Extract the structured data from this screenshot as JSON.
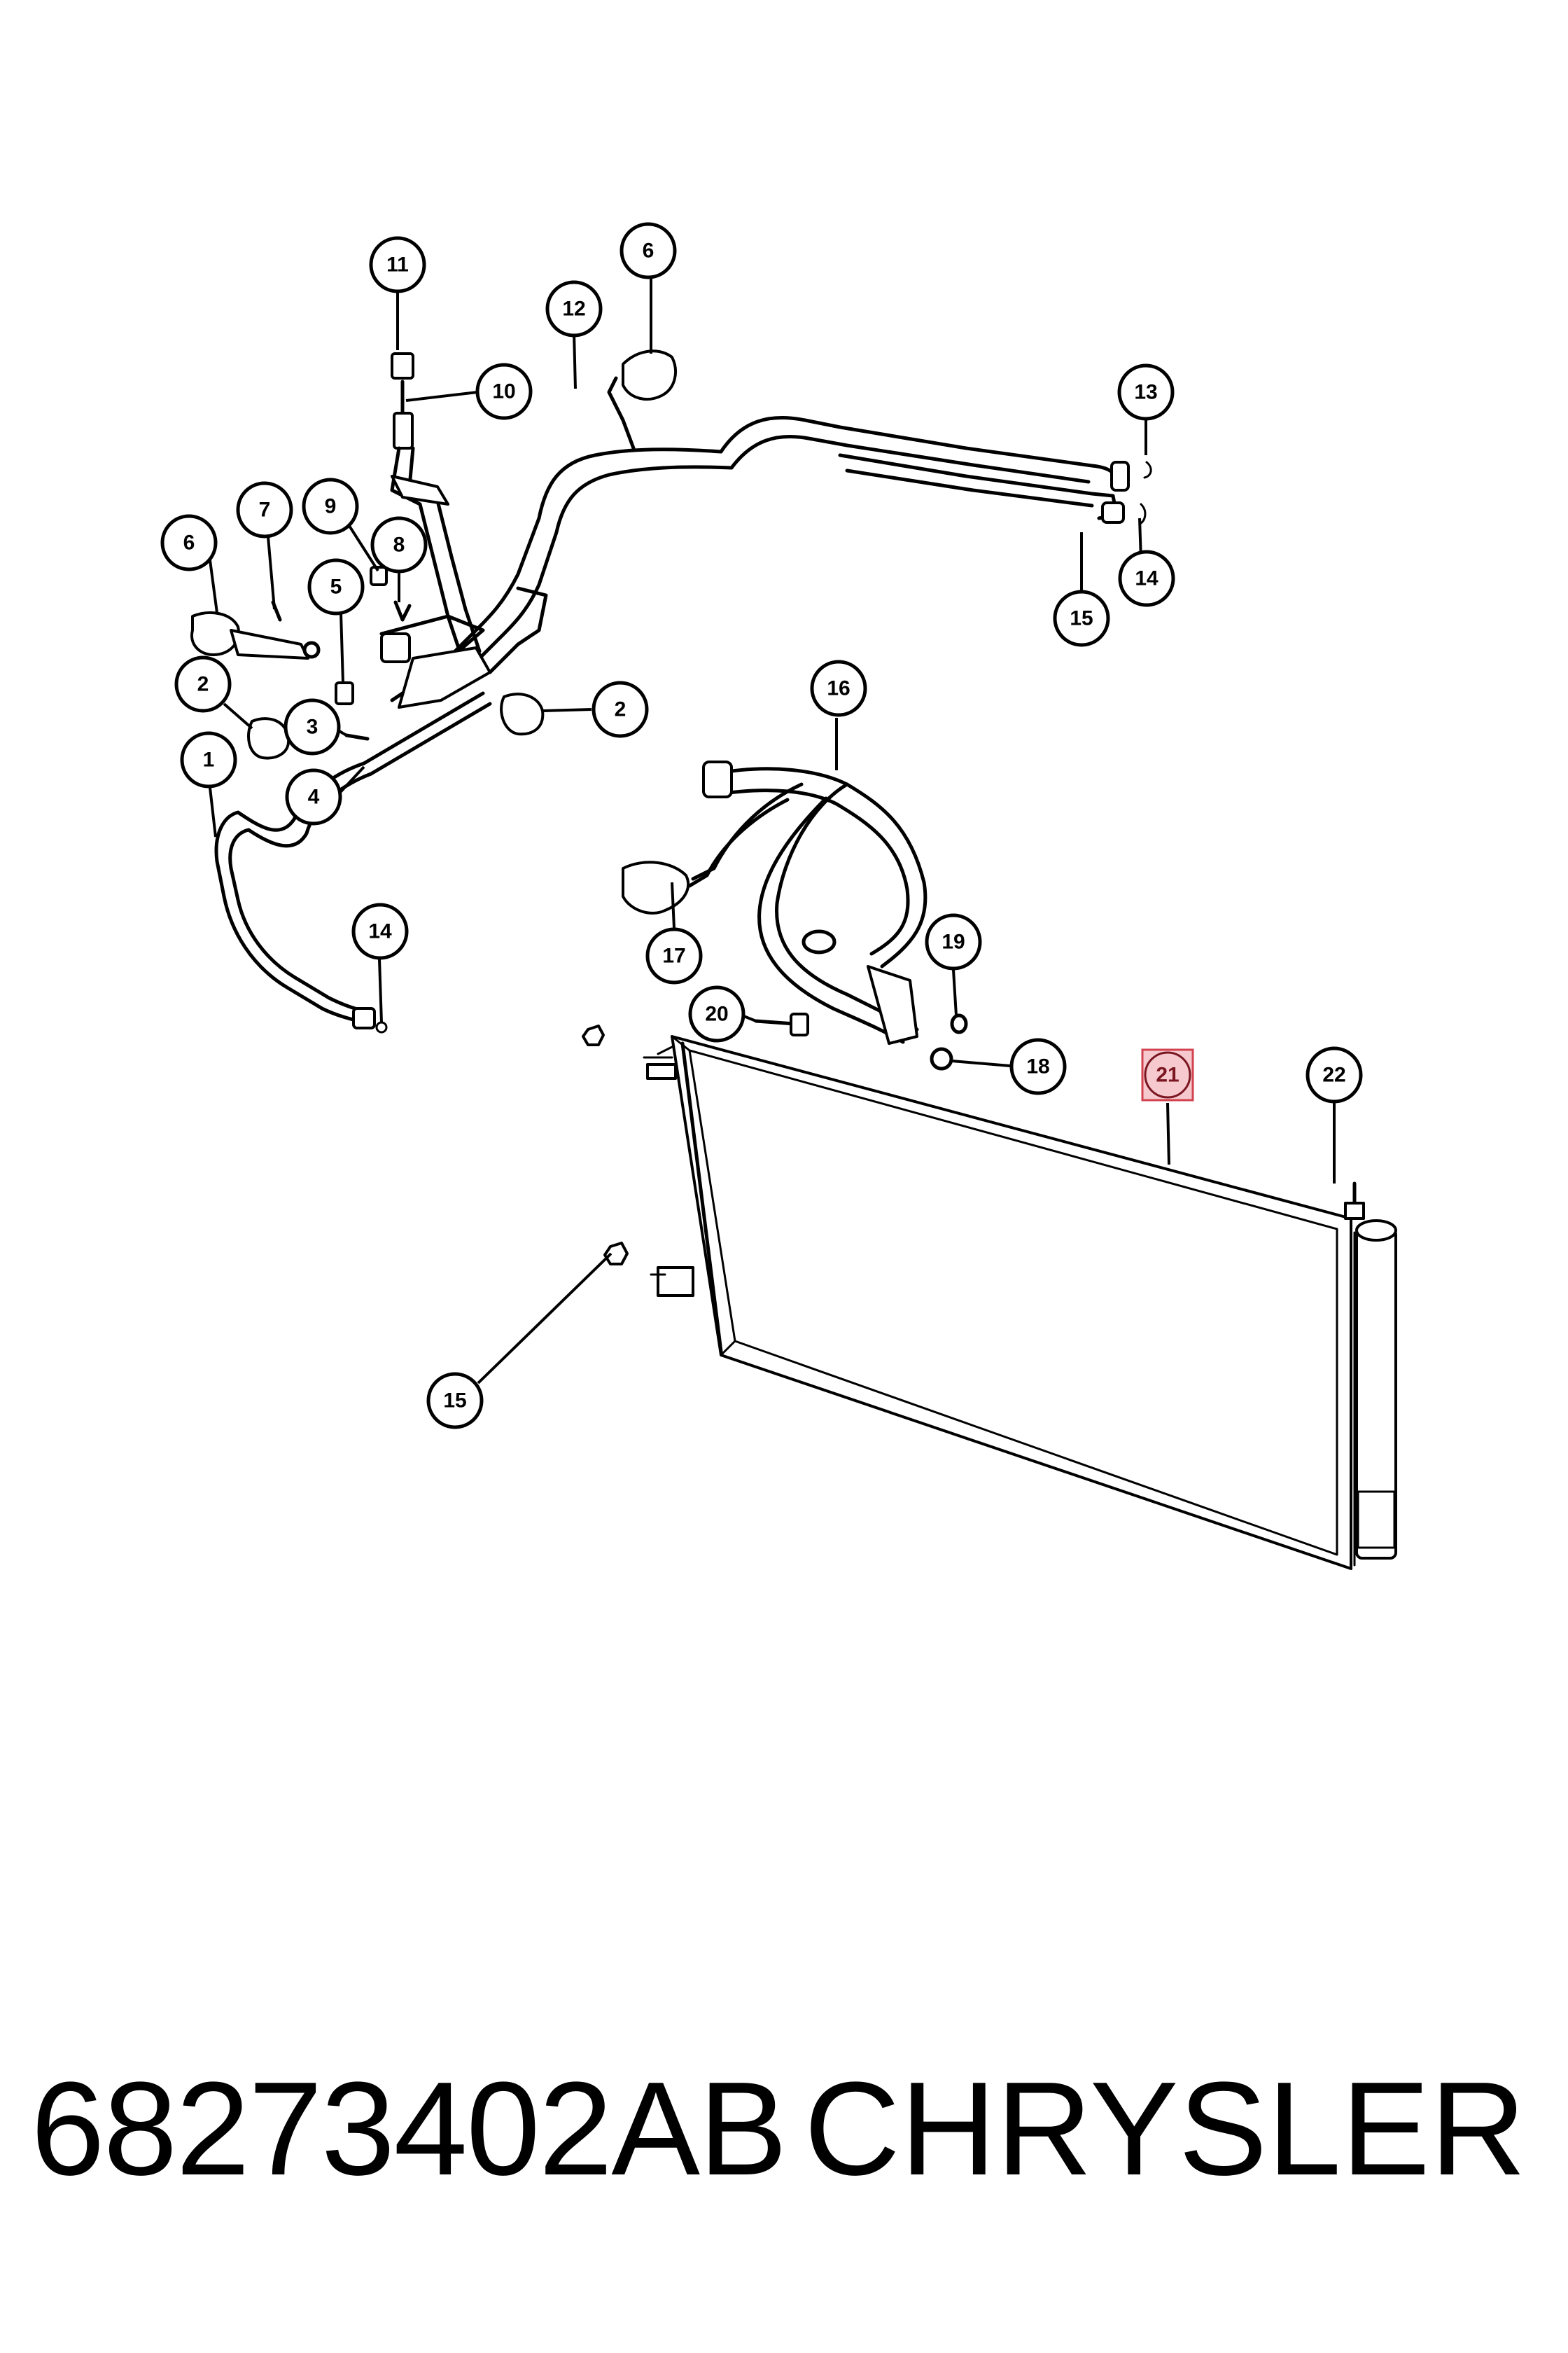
{
  "callouts": [
    {
      "label": "11"
    },
    {
      "label": "6"
    },
    {
      "label": "12"
    },
    {
      "label": "10"
    },
    {
      "label": "13"
    },
    {
      "label": "7"
    },
    {
      "label": "9"
    },
    {
      "label": "6"
    },
    {
      "label": "8"
    },
    {
      "label": "5"
    },
    {
      "label": "14"
    },
    {
      "label": "15"
    },
    {
      "label": "2"
    },
    {
      "label": "3"
    },
    {
      "label": "2"
    },
    {
      "label": "16"
    },
    {
      "label": "1"
    },
    {
      "label": "4"
    },
    {
      "label": "14"
    },
    {
      "label": "17"
    },
    {
      "label": "19"
    },
    {
      "label": "20"
    },
    {
      "label": "18"
    },
    {
      "label": "21"
    },
    {
      "label": "22"
    },
    {
      "label": "15"
    }
  ],
  "highlighted_callout": "21",
  "footer": {
    "part_number": "68273402AB",
    "brand": "CHRYSLER"
  }
}
